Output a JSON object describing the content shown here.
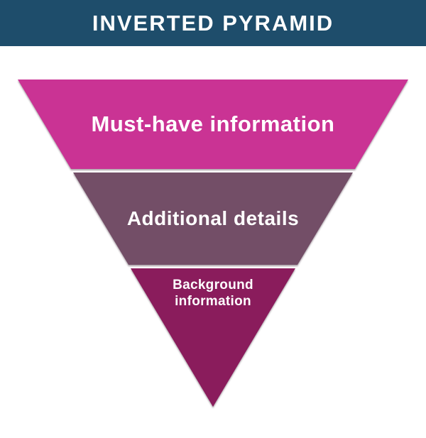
{
  "header": {
    "title": "INVERTED PYRAMID",
    "bg_color": "#1e4d6b",
    "text_color": "#ffffff"
  },
  "pyramid": {
    "type": "inverted-pyramid",
    "sections": [
      {
        "rank": 1,
        "label": "Must-have information",
        "color": "#ca3394"
      },
      {
        "rank": 2,
        "label": "Additional details",
        "color": "#734e67"
      },
      {
        "rank": 3,
        "label": "Background information",
        "color": "#8a1c5c"
      }
    ],
    "label_color": "#ffffff"
  }
}
